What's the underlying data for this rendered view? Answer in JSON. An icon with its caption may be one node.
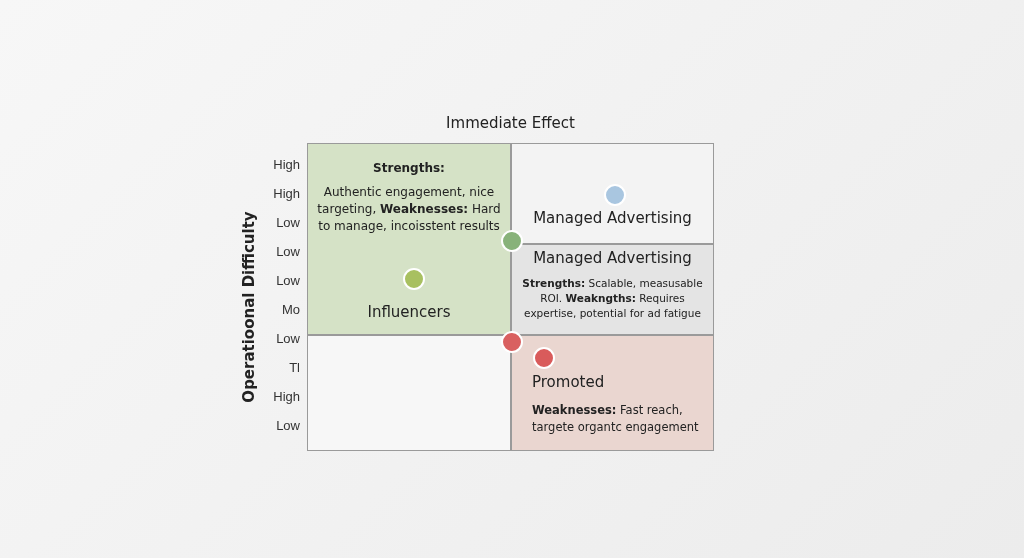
{
  "diagram": {
    "nodes": [
      {
        "text": [
          "Strengths:",
          "Authentic engagement, nice targeting, **Weaknesses:** Hard to manage, incoisstent results",
          "Influencers"
        ]
      },
      {
        "text": [
          "Managed Advertising"
        ]
      },
      {
        "text": [
          "Managed Advertising",
          "**Strengths:** Scalable, measusable ROI. **Weakngths:** Requires expertise, potential for ad fatigue"
        ]
      },
      {
        "text": [],
        "shape": "box"
      },
      {
        "text": [
          "Promoted",
          "**Weaknesses:** Fast reach, targete organtc engagement"
        ]
      }
    ],
    "edges": [],
    "labels": [
      "Immediate Effect",
      "High",
      "High",
      "Low",
      "Low",
      "Low",
      "Mo",
      "Low",
      "Tl",
      "High",
      "Low",
      "Operatioonal Difficulty"
    ]
  }
}
